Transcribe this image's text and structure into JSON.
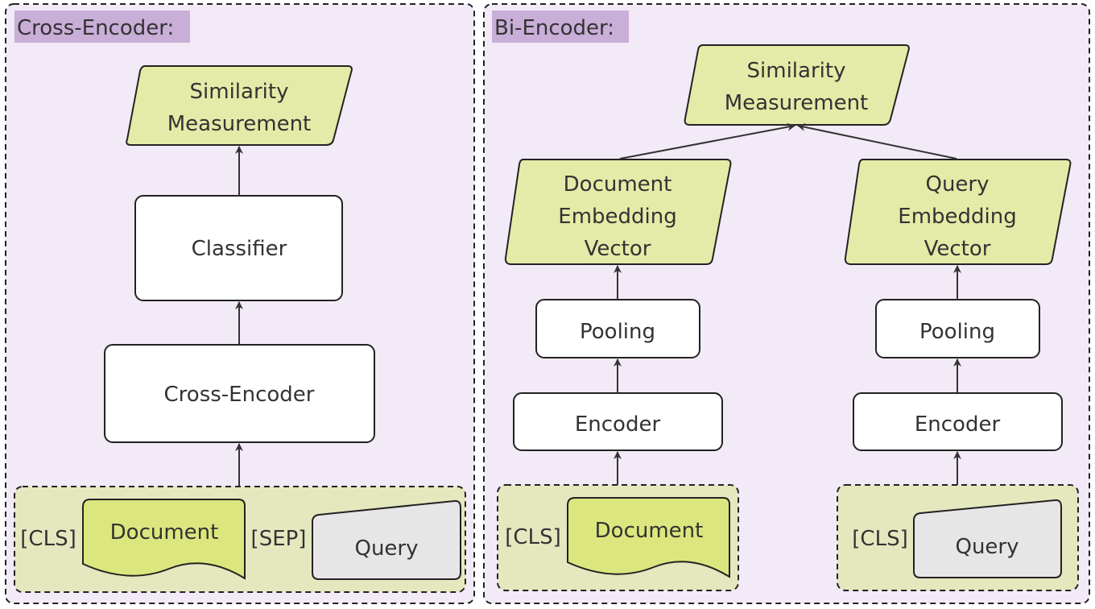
{
  "colors": {
    "panel_fill": "#f2eaf7",
    "panel_border": "#222222",
    "title_badge": "#c9aed8",
    "input_group_fill": "#e5e8bf",
    "output_fill": "#e4eba8",
    "document_fill": "#dce67e",
    "query_fill": "#e6e6e6",
    "box_fill": "#ffffff",
    "text": "#333333"
  },
  "cross_encoder": {
    "title": "Cross-Encoder:",
    "similarity": [
      "Similarity",
      "Measurement"
    ],
    "classifier": "Classifier",
    "encoder": "Cross-Encoder",
    "input": {
      "cls": "[CLS]",
      "document": "Document",
      "sep": "[SEP]",
      "query": "Query"
    }
  },
  "bi_encoder": {
    "title": "Bi-Encoder:",
    "similarity": [
      "Similarity",
      "Measurement"
    ],
    "doc_branch": {
      "embedding": [
        "Document",
        "Embedding",
        "Vector"
      ],
      "pooling": "Pooling",
      "encoder": "Encoder",
      "cls": "[CLS]",
      "input": "Document"
    },
    "query_branch": {
      "embedding": [
        "Query",
        "Embedding",
        "Vector"
      ],
      "pooling": "Pooling",
      "encoder": "Encoder",
      "cls": "[CLS]",
      "input": "Query"
    }
  }
}
